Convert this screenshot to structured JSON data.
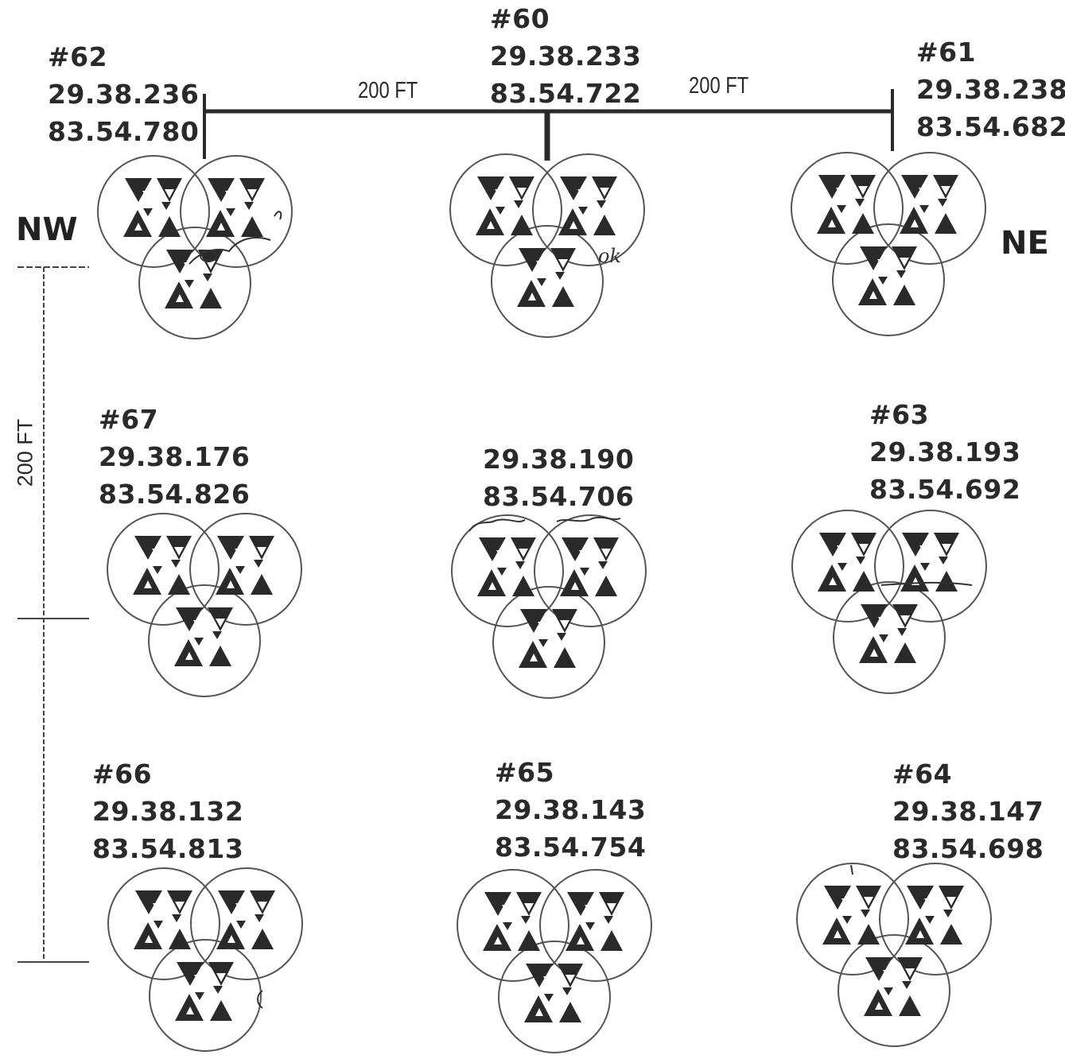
{
  "directions": {
    "northwest": "NW",
    "northeast": "NE"
  },
  "dimensions": {
    "top_left_span": "200 FT",
    "top_right_span": "200 FT",
    "vertical_span": "200 FT"
  },
  "stations": {
    "s62": {
      "id": "#62",
      "lat": "29.38.236",
      "lon": "83.54.780"
    },
    "s60": {
      "id": "#60",
      "lat": "29.38.233",
      "lon": "83.54.722"
    },
    "s61": {
      "id": "#61",
      "lat": "29.38.238",
      "lon": "83.54.682"
    },
    "s67": {
      "id": "#67",
      "lat": "29.38.176",
      "lon": "83.54.826"
    },
    "center": {
      "lat": "29.38.190",
      "lon": "83.54.706"
    },
    "s63": {
      "id": "#63",
      "lat": "29.38.193",
      "lon": "83.54.692"
    },
    "s66": {
      "id": "#66",
      "lat": "29.38.132",
      "lon": "83.54.813"
    },
    "s65": {
      "id": "#65",
      "lat": "29.38.143",
      "lon": "83.54.754"
    },
    "s64": {
      "id": "#64",
      "lat": "29.38.147",
      "lon": "83.54.698"
    }
  },
  "handwritten_notes": {
    "center_top_note": "ok"
  },
  "colors": {
    "ink": "#2a2a2a",
    "circle": "#555555",
    "background": "#ffffff"
  }
}
